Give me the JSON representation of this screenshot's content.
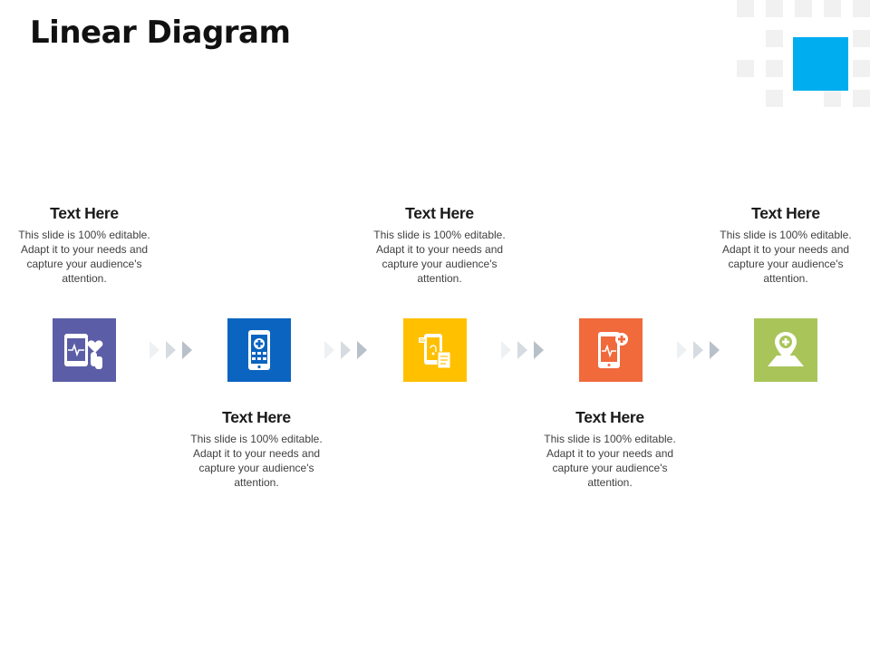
{
  "slide": {
    "title": "Linear Diagram"
  },
  "colors": {
    "accent_square": "#00aeef",
    "decor_square": "#f1f1f1",
    "chevron": "#d6dbe1"
  },
  "steps": [
    {
      "icon": "tablet-heart-touch-icon",
      "color": "#5b5ea6",
      "heading": "Text Here",
      "body": "This slide is 100% editable. Adapt it to your needs and capture your audience's attention."
    },
    {
      "icon": "mobile-medical-app-icon",
      "color": "#0a64c0",
      "heading": "Text Here",
      "body": "This slide is 100% editable. Adapt it to your needs and capture your audience's attention."
    },
    {
      "icon": "mobile-prescription-icon",
      "color": "#ffc000",
      "heading": "Text Here",
      "body": "This slide is 100% editable. Adapt it to your needs and capture your audience's attention."
    },
    {
      "icon": "mobile-heartbeat-icon",
      "color": "#f06a3c",
      "heading": "Text Here",
      "body": "This slide is 100% editable. Adapt it to your needs and capture your audience's attention."
    },
    {
      "icon": "medical-location-map-icon",
      "color": "#a9c55a",
      "heading": "Text Here",
      "body": "This slide is 100% editable. Adapt it to your needs and capture your audience's attention."
    }
  ]
}
